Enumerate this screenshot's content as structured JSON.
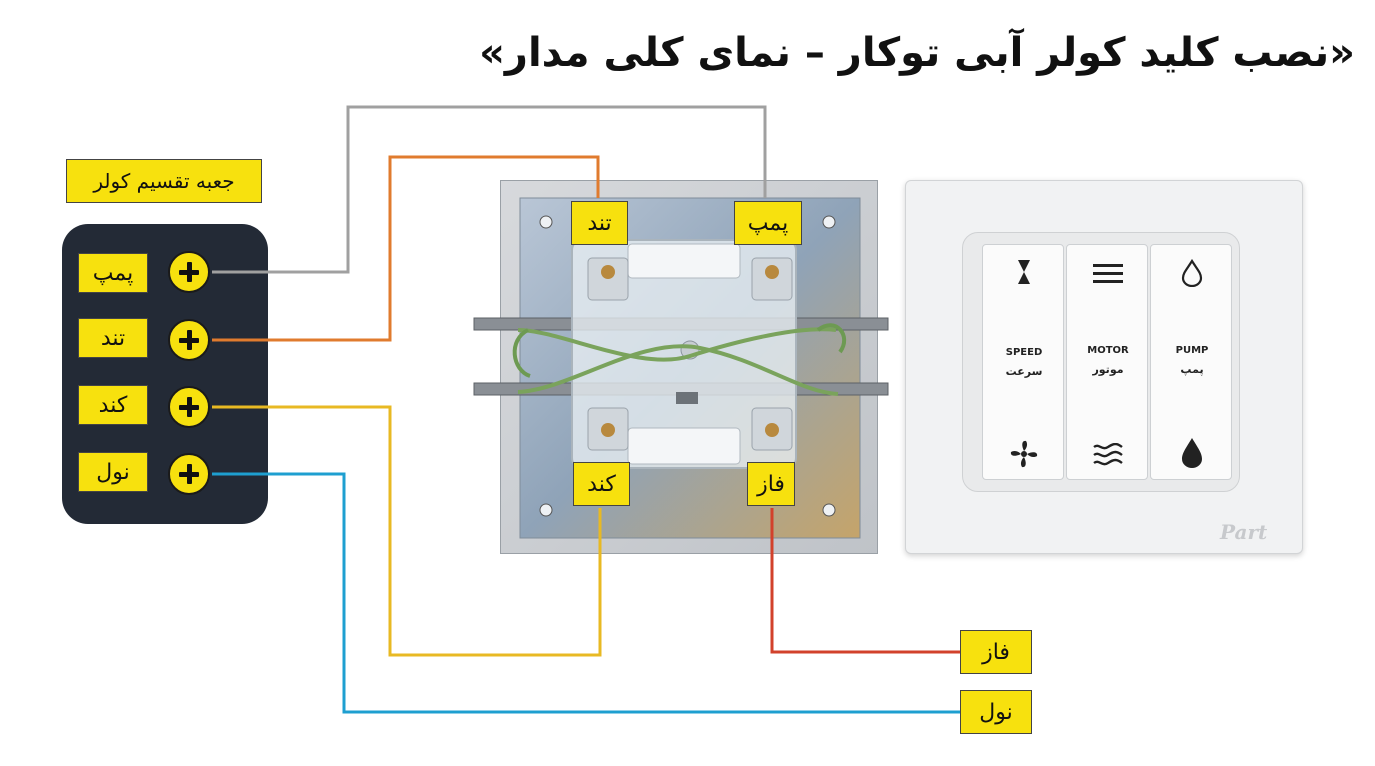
{
  "title": "«نصب کلید کولر آبی توکار – نمای کلی مدار»",
  "distribution_box": {
    "label": "جعبه تقسیم کولر",
    "terminals": [
      "پمپ",
      "تند",
      "کند",
      "نول"
    ]
  },
  "switch_back": {
    "labels": {
      "pump": "پمپ",
      "fast": "تند",
      "slow": "کند",
      "phase": "فاز"
    }
  },
  "switch_front": {
    "buttons": [
      {
        "en": "SPEED",
        "fa": "سرعت",
        "top_icon": "hourglass-fan-icon",
        "bottom_icon": "fan-icon"
      },
      {
        "en": "MOTOR",
        "fa": "موتور",
        "top_icon": "menu-lines-icon",
        "bottom_icon": "waves-icon"
      },
      {
        "en": "PUMP",
        "fa": "پمپ",
        "top_icon": "drop-outline-icon",
        "bottom_icon": "drop-filled-icon"
      }
    ],
    "brand": "Part"
  },
  "supply": {
    "phase": "فاز",
    "neutral": "نول"
  },
  "wire_colors": {
    "pump": "#a0a0a0",
    "fast": "#e07b2e",
    "slow": "#e8b923",
    "phase": "#d2412b",
    "neutral": "#1e9fd0"
  }
}
